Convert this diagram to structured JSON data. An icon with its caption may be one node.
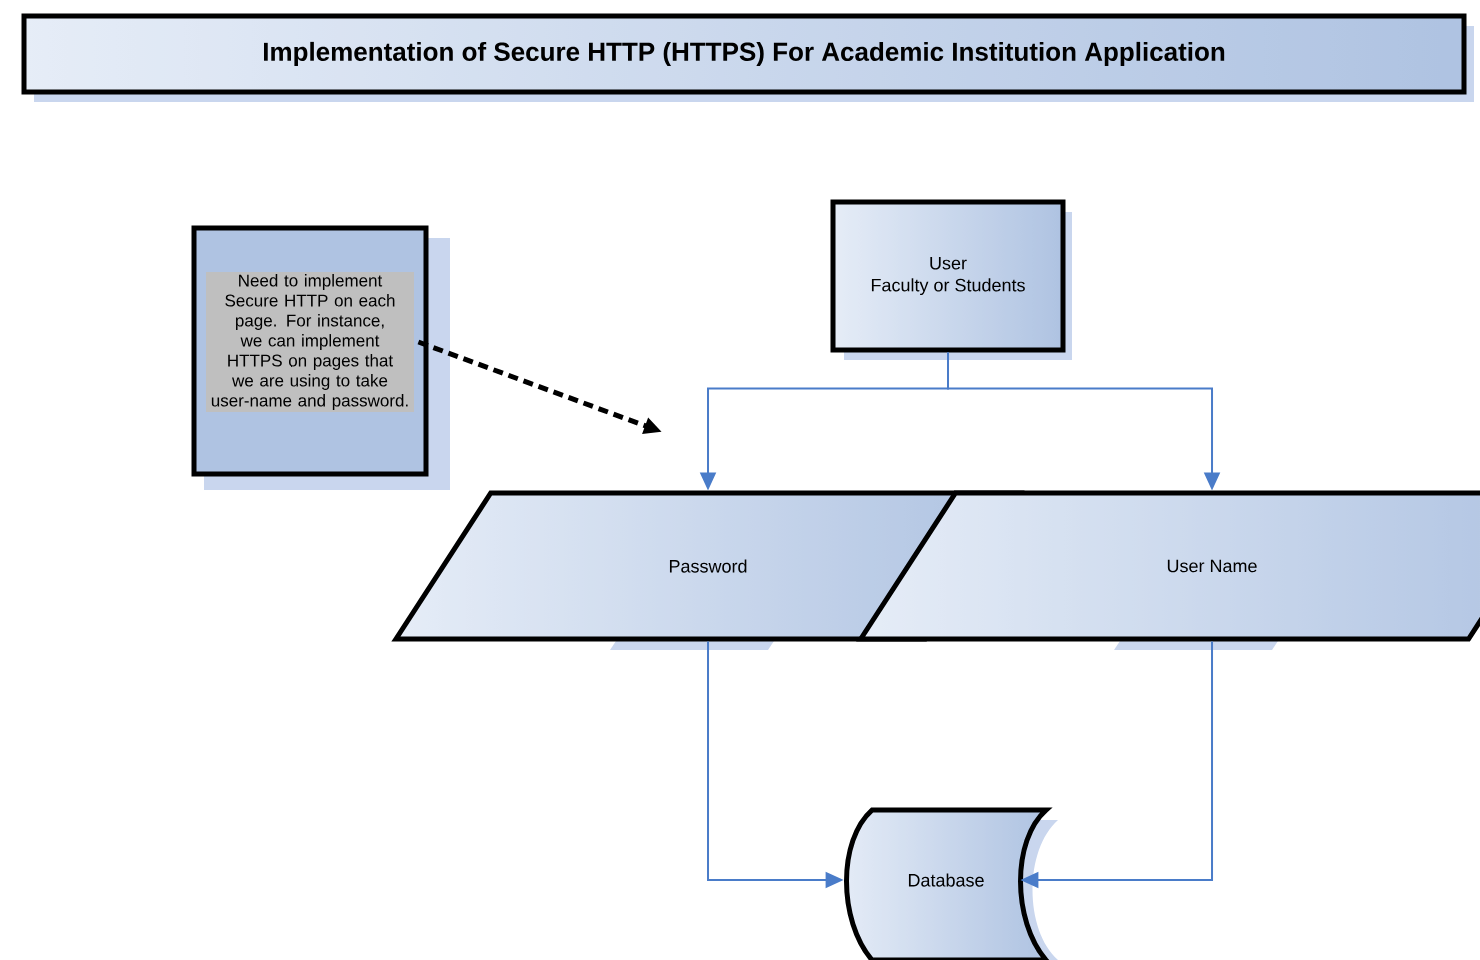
{
  "diagram": {
    "title": "Implementation of Secure HTTP (HTTPS) For Academic Institution Application",
    "nodes": [
      {
        "text": [
          "Need to implement Secure HTTP on each page. For instance, we can implement HTTPS on pages that we are using to take user-name and password."
        ]
      },
      {
        "text": [
          "User",
          "Faculty or Students"
        ]
      },
      {
        "text": [
          "Password"
        ]
      },
      {
        "text": [
          "User Name"
        ]
      },
      {
        "text": [
          "Database"
        ]
      }
    ],
    "edges": [
      {
        "from": 0,
        "to": null,
        "arrow": "to",
        "style": "dashed",
        "color": "#000000"
      },
      {
        "from": 1,
        "to": 2,
        "arrow": "to"
      },
      {
        "from": 1,
        "to": 3,
        "arrow": "to"
      },
      {
        "from": 2,
        "to": 4,
        "arrow": "to"
      },
      {
        "from": 3,
        "to": 4,
        "arrow": "to"
      }
    ]
  }
}
